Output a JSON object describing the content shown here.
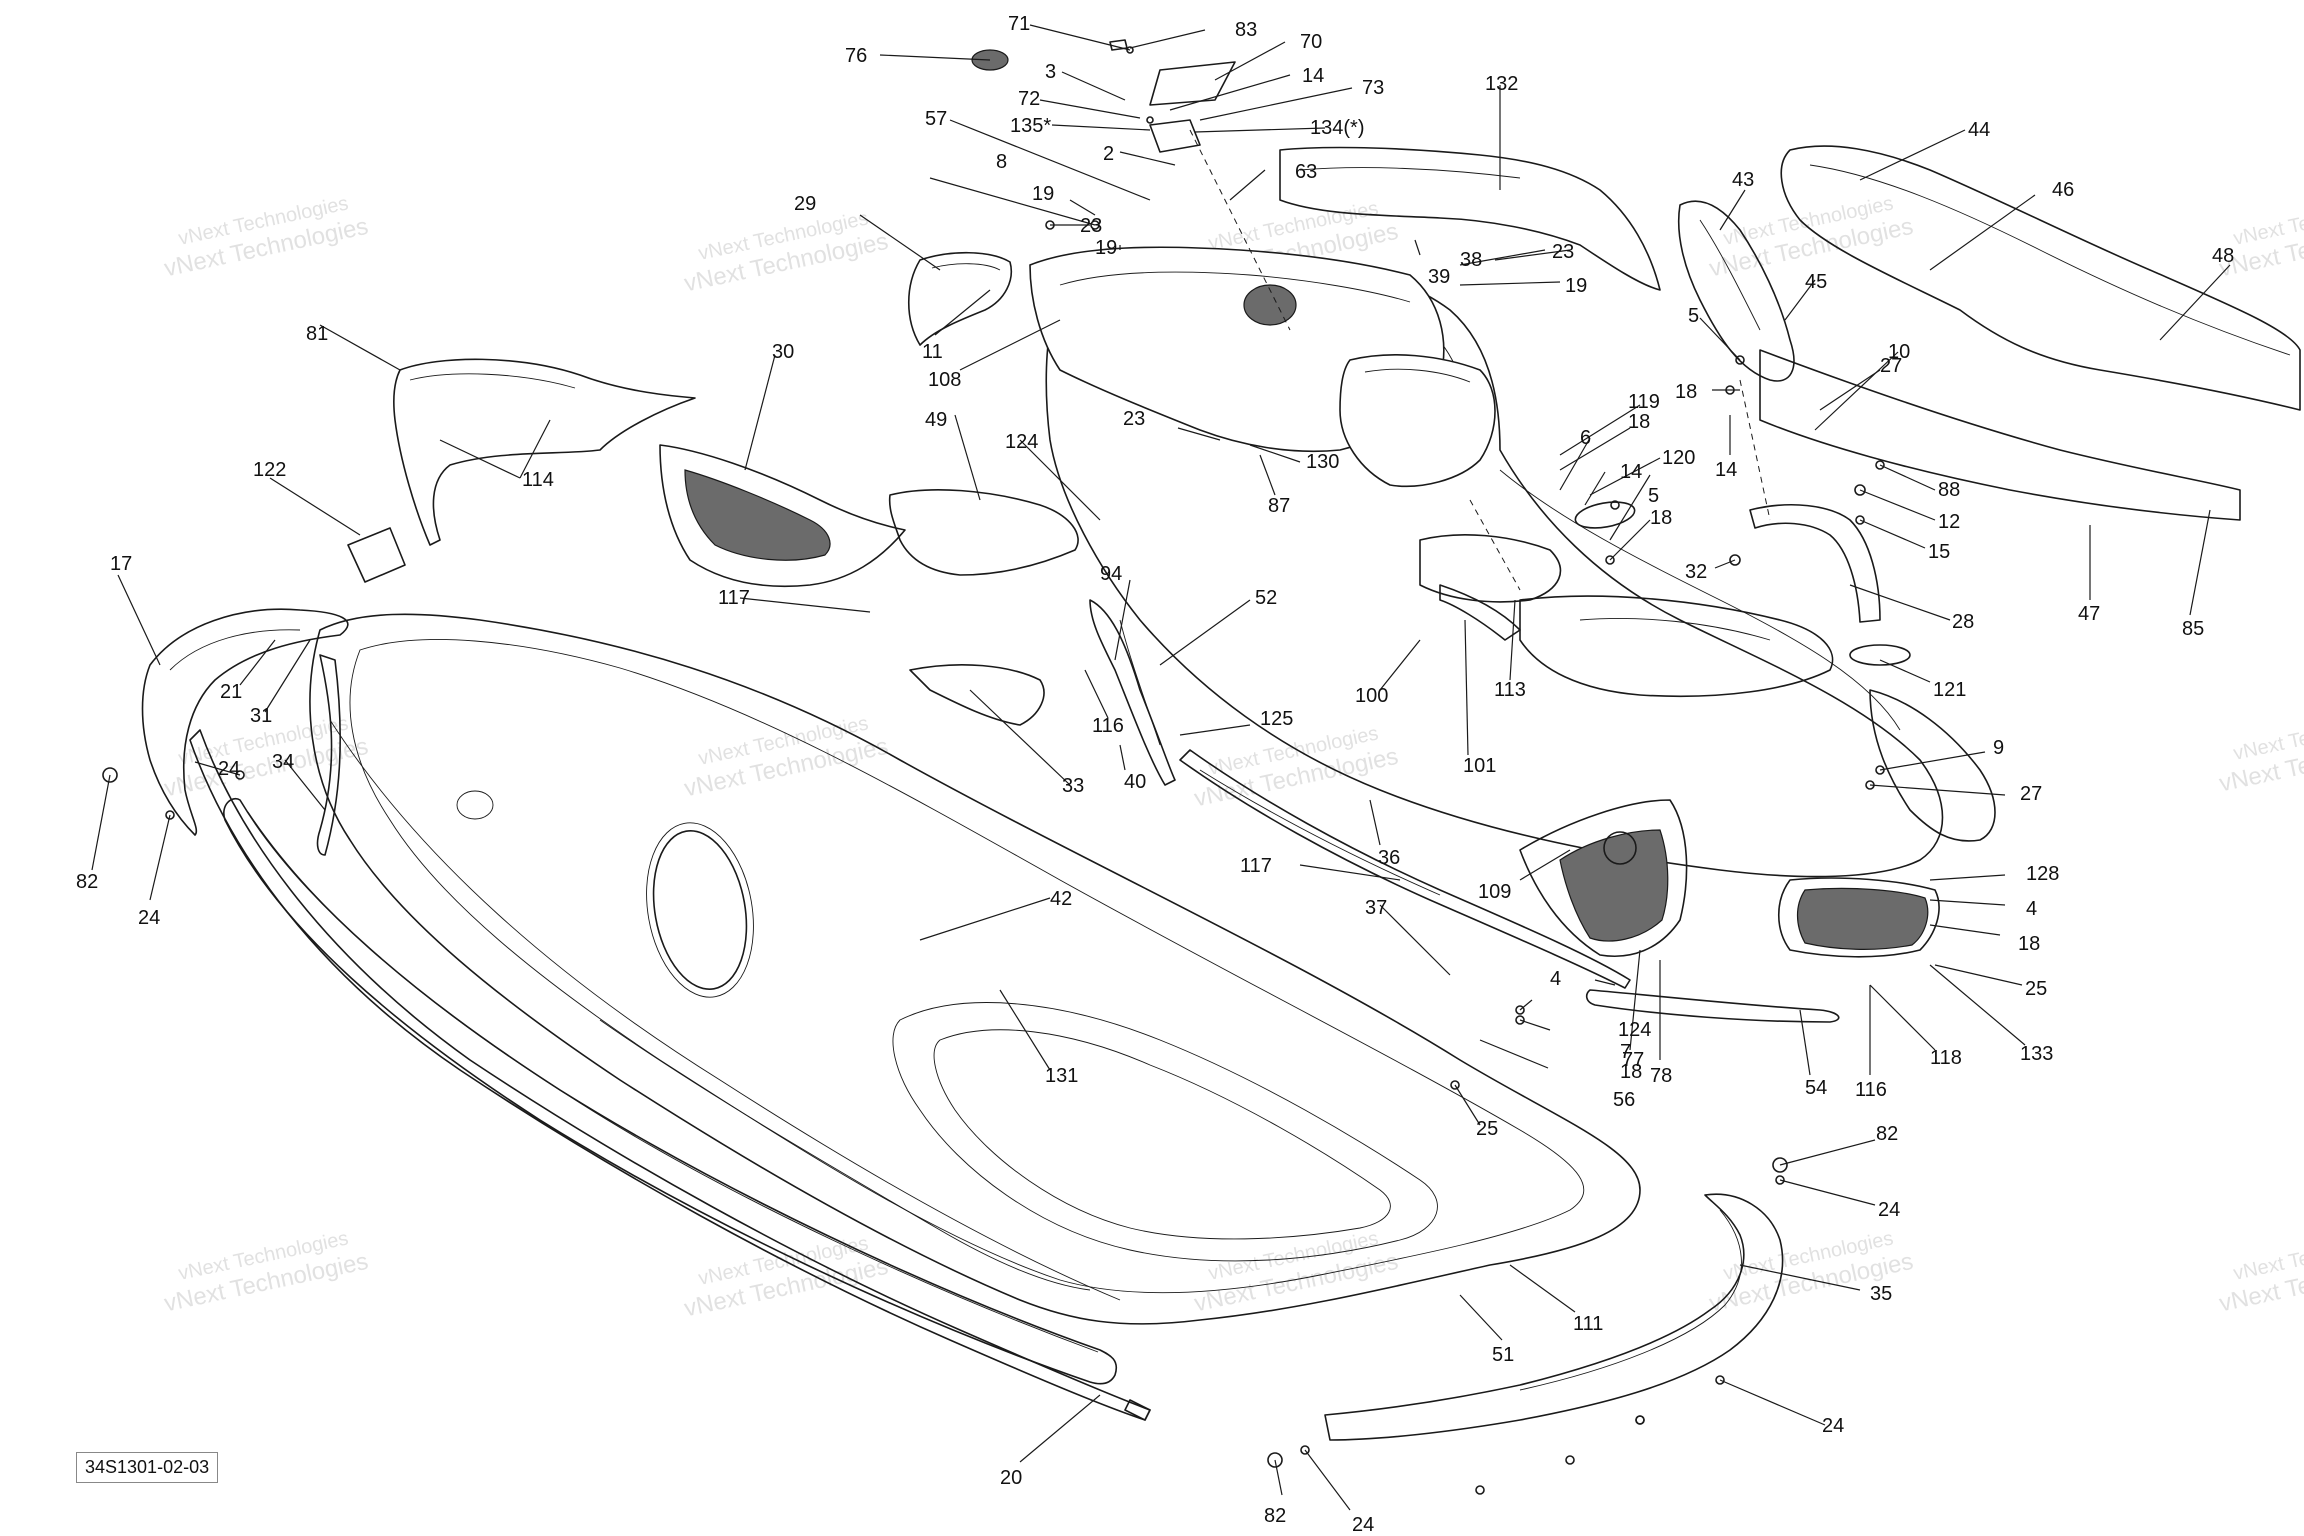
{
  "diagram": {
    "reference": "34S1301-02-03",
    "watermark": {
      "line1": "vNext Technologies",
      "line2": "vNext Technologies"
    },
    "callouts": [
      "71",
      "83",
      "70",
      "76",
      "3",
      "14",
      "73",
      "72",
      "135*",
      "134(*)",
      "57",
      "2",
      "63",
      "132",
      "8",
      "19",
      "23",
      "19",
      "29",
      "39",
      "38",
      "23",
      "19",
      "11",
      "108",
      "44",
      "43",
      "46",
      "45",
      "48",
      "5",
      "10",
      "27",
      "18",
      "14",
      "88",
      "12",
      "15",
      "47",
      "85",
      "81",
      "30",
      "49",
      "124",
      "114",
      "122",
      "130",
      "23",
      "119",
      "18",
      "6",
      "14",
      "120",
      "5",
      "18",
      "87",
      "32",
      "28",
      "52",
      "17",
      "21",
      "31",
      "24",
      "34",
      "82",
      "24",
      "117",
      "94",
      "116",
      "40",
      "125",
      "100",
      "101",
      "113",
      "121",
      "9",
      "27",
      "33",
      "117",
      "36",
      "109",
      "128",
      "4",
      "18",
      "42",
      "37",
      "4",
      "124",
      "7",
      "18",
      "56",
      "77",
      "78",
      "54",
      "116",
      "118",
      "133",
      "25",
      "131",
      "25",
      "82",
      "24",
      "35",
      "111",
      "51",
      "20",
      "24",
      "82",
      "24"
    ]
  }
}
